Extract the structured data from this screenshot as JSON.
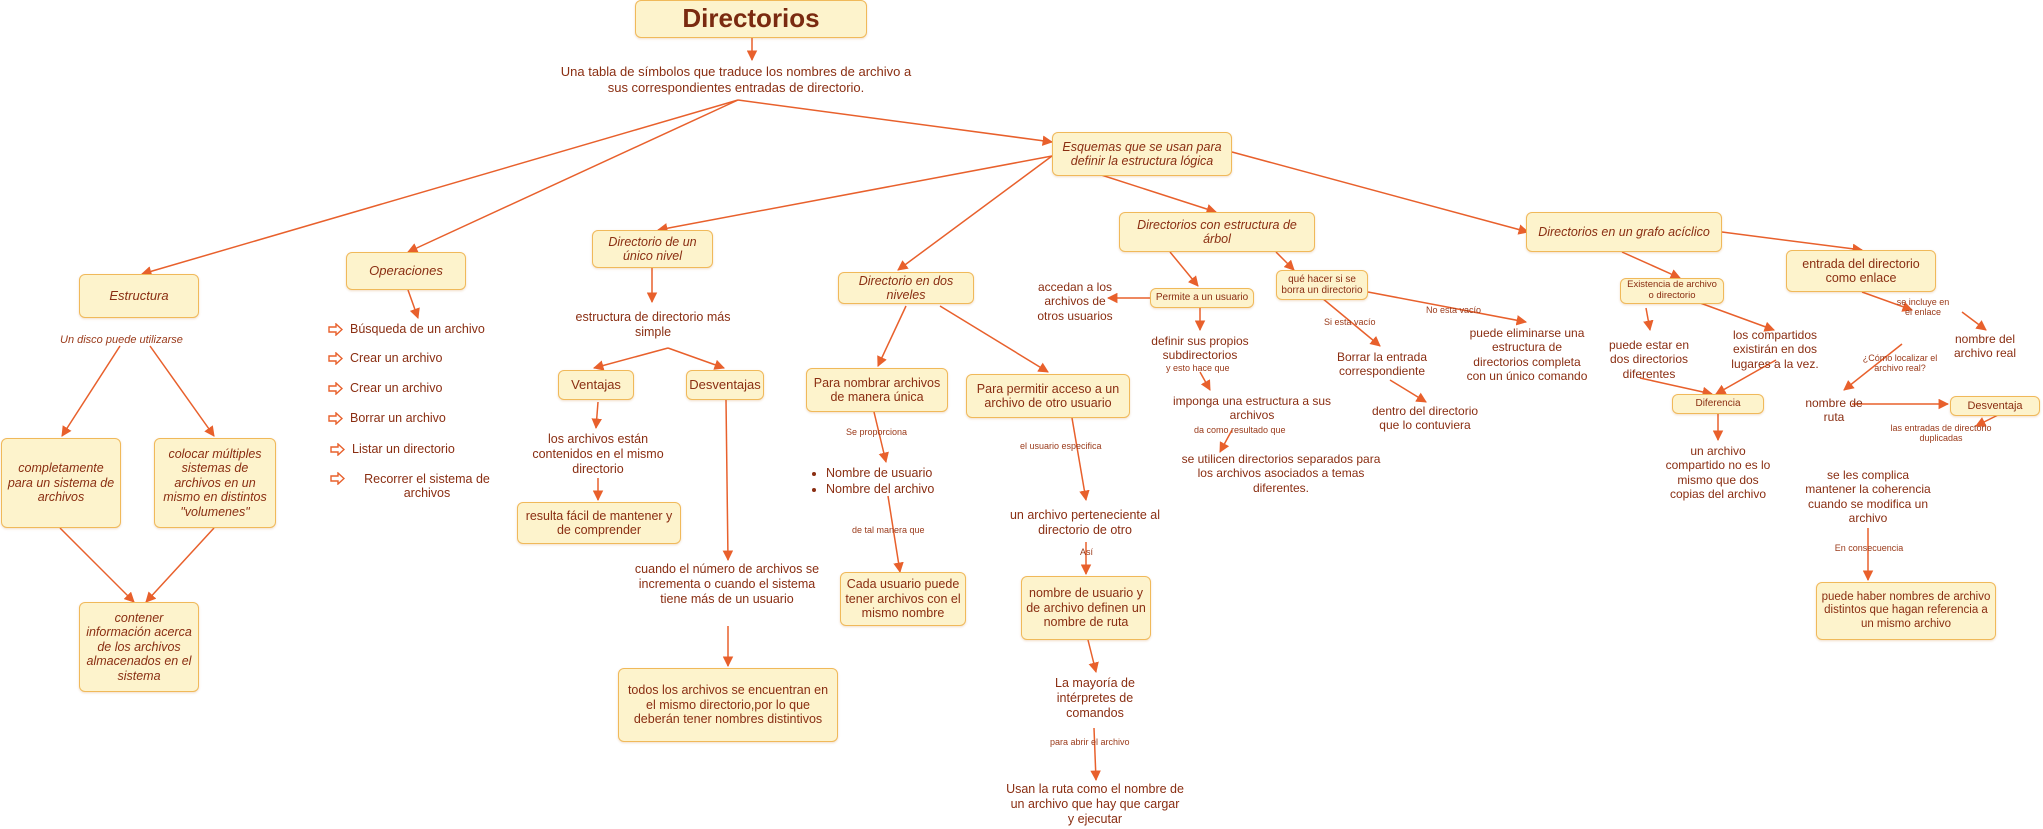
{
  "title": "Directorios",
  "definition": "Una tabla de símbolos que traduce los nombres de archivo a sus correspondientes entradas de directorio.",
  "esquemas": "Esquemas que se usan para definir la estructura lógica",
  "estructura": {
    "label": "Estructura",
    "link": "Un disco puede utilizarse",
    "left": "completamente para un sistema de archivos",
    "right": "colocar múltiples sistemas de archivos en un mismo en distintos \"volumenes\"",
    "bottom": "contener información acerca de los archivos almacenados en el sistema"
  },
  "operaciones": {
    "label": "Operaciones",
    "items": [
      "Búsqueda de un archivo",
      "Crear un archivo",
      "Crear un archivo",
      "Borrar un archivo",
      "Listar un directorio",
      "Recorrer el sistema de archivos"
    ]
  },
  "unico": {
    "label": "Directorio de un único nivel",
    "desc": "estructura de directorio más simple",
    "ventajas": "Ventajas",
    "desventajas": "Desventajas",
    "v_text": "los archivos están contenidos en el mismo directorio",
    "v_result": "resulta fácil de mantener y de comprender",
    "d_text": "cuando el número de archivos se incrementa o cuando el sistema tiene más de un usuario",
    "d_result": "todos los archivos se encuentran en el mismo directorio,por lo que deberán tener nombres distintivos"
  },
  "dos": {
    "label": "Directorio en dos niveles",
    "left": "Para nombrar archivos de manera única",
    "left_link": "Se proporciona",
    "bullets": [
      "Nombre de usuario",
      "Nombre del archivo"
    ],
    "manera": "de tal manera que",
    "cada": "Cada usuario puede tener archivos con el mismo nombre",
    "right": "Para permitir acceso a un archivo de otro usuario",
    "especifica": "el usuario especifica",
    "perteneciente": "un archivo perteneciente al directorio de otro",
    "asi": "Así",
    "nombre_ruta": "nombre de usuario y de archivo definen un nombre de ruta",
    "mayoria": "La mayoría de intérpretes de comandos",
    "para_abrir": "para abrir el archivo",
    "usan": "Usan la ruta como el nombre de un archivo que hay que cargar y ejecutar"
  },
  "arbol": {
    "label": "Directorios con estructura de árbol",
    "permite": "Permite a un usuario",
    "accedan": "accedan a los archivos de otros usuarios",
    "definir": "definir sus propios subdirectorios",
    "esto_hace": "y esto hace que",
    "imponga": "imponga una estructura a sus archivos",
    "da_como": "da como resultado que",
    "separados": "se utilicen directorios separados para los archivos asociados a temas diferentes.",
    "que_hacer": "qué hacer si se borra un directorio",
    "si_vacio": "Si esta vacío",
    "borrar": "Borrar la entrada correspondiente",
    "dentro": "dentro del directorio que lo contuviera",
    "no_vacio": "No esta vacío",
    "eliminarse": "puede eliminarse una estructura de directorios completa con un único comando"
  },
  "grafo": {
    "label": "Directorios en un grafo acíclico",
    "existencia": "Existencia de archivo o directorio",
    "dos_dir": "puede estar en dos directorios diferentes",
    "compartidos": "los compartidos existirán en dos lugares a la vez.",
    "diferencia": "Diferencia",
    "compartido": "un archivo compartido no es lo mismo que dos copias del archivo",
    "enlace": "entrada del directorio como enlace",
    "incluye": "se incluye en el enlace",
    "nombre_real": "nombre del archivo real",
    "como_localizar": "¿Cómo localizar el archivo real?",
    "nombre_ruta": "nombre de ruta",
    "desventaja": "Desventaja",
    "duplicadas": "las entradas de directorio duplicadas",
    "complica": "se les complica mantener la coherencia cuando se modifica un archivo",
    "consecuencia": "En consecuencia",
    "puede_haber": "puede haber nombres de archivo distintos que hagan referencia a un mismo archivo"
  },
  "colors": {
    "line": "#e8602c",
    "node_fill": "#fdf3cc",
    "node_border": "#f0b95a",
    "text": "#8a2e12"
  }
}
